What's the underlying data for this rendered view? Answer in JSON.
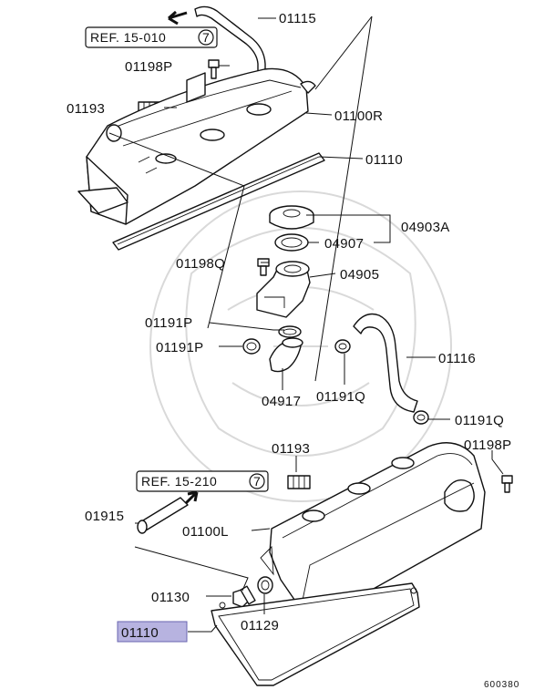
{
  "labels": {
    "p01115": "01115",
    "p01198P_top": "01198P",
    "p01193_top": "01193",
    "p01100R": "01100R",
    "p01110_top": "01110",
    "p04903A": "04903A",
    "p04907": "04907",
    "p01198Q": "01198Q",
    "p04905": "04905",
    "p01191P_a": "01191P",
    "p01191P_b": "01191P",
    "p01116": "01116",
    "p04917": "04917",
    "p01191Q_a": "01191Q",
    "p01191Q_b": "01191Q",
    "p01193_bot": "01193",
    "p01198P_bot": "01198P",
    "p01915": "01915",
    "p01100L": "01100L",
    "p01130": "01130",
    "p01129": "01129",
    "p01110_highlight": "01110"
  },
  "references": {
    "ref_top": "REF. 15-010",
    "ref_top_num": "7",
    "ref_bottom": "REF. 15-210",
    "ref_bottom_num": "7"
  },
  "diagram_code": "600380",
  "colors": {
    "highlight_fill": "#b7b3e0",
    "highlight_stroke": "#6a66b0",
    "line": "#111111",
    "watermark": "#d9d9d9"
  }
}
